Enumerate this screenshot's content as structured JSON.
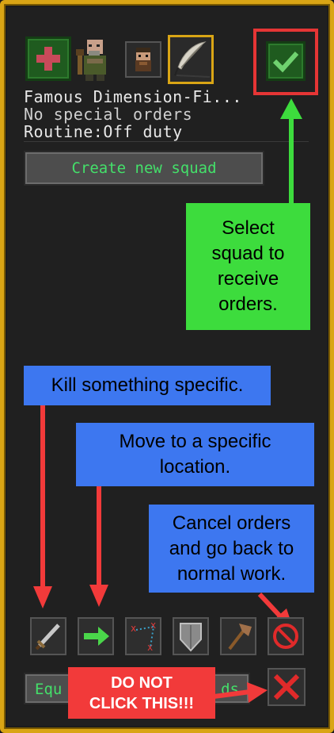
{
  "squad": {
    "name": "Famous Dimension-Fi...",
    "orders": "No special orders",
    "routine": "Routine:Off duty"
  },
  "create_squad_label": "Create new squad",
  "equip_label": "Equ",
  "equip_label_tail": "ds",
  "icons": {
    "heal": "red-cross-icon",
    "dwarf1": "dwarf-portrait-icon",
    "dwarf2": "bearded-dwarf-icon",
    "quill": "quill-feather-icon",
    "select": "checkmark-icon",
    "kill": "sword-icon",
    "move": "green-arrow-icon",
    "patrol": "patrol-route-icon",
    "defend": "shield-icon",
    "train": "axe-icon",
    "cancel": "no-entry-icon",
    "close": "red-x-icon"
  },
  "annotations": {
    "select": "Select squad to receive orders.",
    "kill": "Kill something specific.",
    "move": "Move to a specific location.",
    "cancel": "Cancel orders and go back to normal work.",
    "warning": "DO NOT CLICK THIS!!!"
  },
  "colors": {
    "frame": "#d9a515",
    "annotation_green": "#3ddc3d",
    "annotation_blue": "#3d77f0",
    "annotation_red": "#f23a3a",
    "button_text": "#44e06a"
  }
}
